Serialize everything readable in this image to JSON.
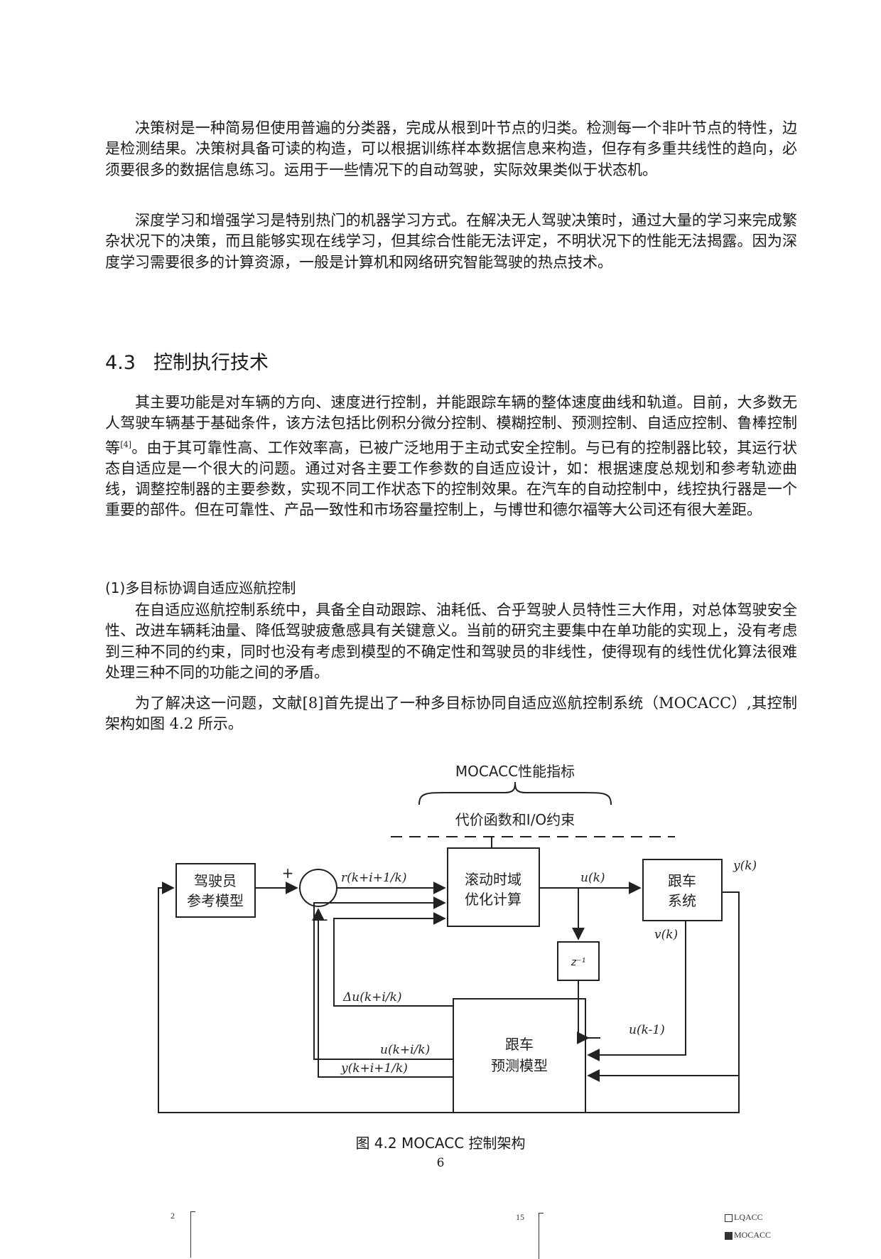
{
  "paragraphs": {
    "p1": "决策树是一种简易但使用普遍的分类器，完成从根到叶节点的归类。检测每一个非叶节点的特性，边是检测结果。决策树具备可读的构造，可以根据训练样本数据信息来构造，但存有多重共线性的趋向，必须要很多的数据信息练习。运用于一些情况下的自动驾驶，实际效果类似于状态机。",
    "p2": "深度学习和增强学习是特别热门的机器学习方式。在解决无人驾驶决策时，通过大量的学习来完成繁杂状况下的决策，而且能够实现在线学习，但其综合性能无法评定，不明状况下的性能无法揭露。因为深度学习需要很多的计算资源，一般是计算机和网络研究智能驾驶的热点技术。",
    "p3a": "其主要功能是对车辆的方向、速度进行控制，并能跟踪车辆的整体速度曲线和轨道。目前，大多数无人驾驶车辆基于基础条件，该方法包括比例积分微分控制、模糊控制、预测控制、自适应控制、鲁棒控制等",
    "p3_cite": "[4]",
    "p3b": "。由于其可靠性高、工作效率高，已被广泛地用于主动式安全控制。与已有的控制器比较，其运行状态自适应是一个很大的问题。通过对各主要工作参数的自适应设计，如：根据速度总规划和参考轨迹曲线，调整控制器的主要参数，实现不同工作状态下的控制效果。在汽车的自动控制中，线控执行器是一个重要的部件。但在可靠性、产品一致性和市场容量控制上，与博世和德尔福等大公司还有很大差距。",
    "p4": "在自适应巡航控制系统中，具备全自动跟踪、油耗低、合乎驾驶人员特性三大作用，对总体驾驶安全性、改进车辆耗油量、降低驾驶疲惫感具有关键意义。当前的研究主要集中在单功能的实现上，没有考虑到三种不同的约束，同时也没有考虑到模型的不确定性和驾驶员的非线性，使得现有的线性优化算法很难处理三种不同的功能之间的矛盾。",
    "p5": "为了解决这一问题，文献[8]首先提出了一种多目标协同自适应巡航控制系统（MOCACC）,其控制架构如图 4.2 所示。"
  },
  "heading": {
    "number": "4.3",
    "title": "控制执行技术"
  },
  "subheading": "(1)多目标协调自适应巡航控制",
  "diagram": {
    "top_label": "MOCACC性能指标",
    "constraint_label": "代价函数和I/O约束",
    "driver_model": [
      "驾驶员",
      "参考模型"
    ],
    "optimizer": [
      "滚动时域",
      "优化计算"
    ],
    "follow_system": [
      "跟车",
      "系统"
    ],
    "predict_model": [
      "跟车",
      "预测模型"
    ],
    "delay": "z⁻¹",
    "plus": "+",
    "minus": "-",
    "r_label": "r(k+i+1/k)",
    "u_label": "u(k)",
    "y_label": "y(k)",
    "v_label": "v(k)",
    "du_label": "Δu(k+i/k)",
    "u_prev_label": "u(k-1)",
    "u_pred_label": "u(k+i/k)",
    "y_pred_label": "y(k+i+1/k)"
  },
  "caption": "图 4.2 MOCACC 控制架构",
  "page_number": "6",
  "next_figure": {
    "left_tick": "2",
    "right_tick": "15",
    "legend": [
      "LQACC",
      "MOCACC"
    ]
  }
}
